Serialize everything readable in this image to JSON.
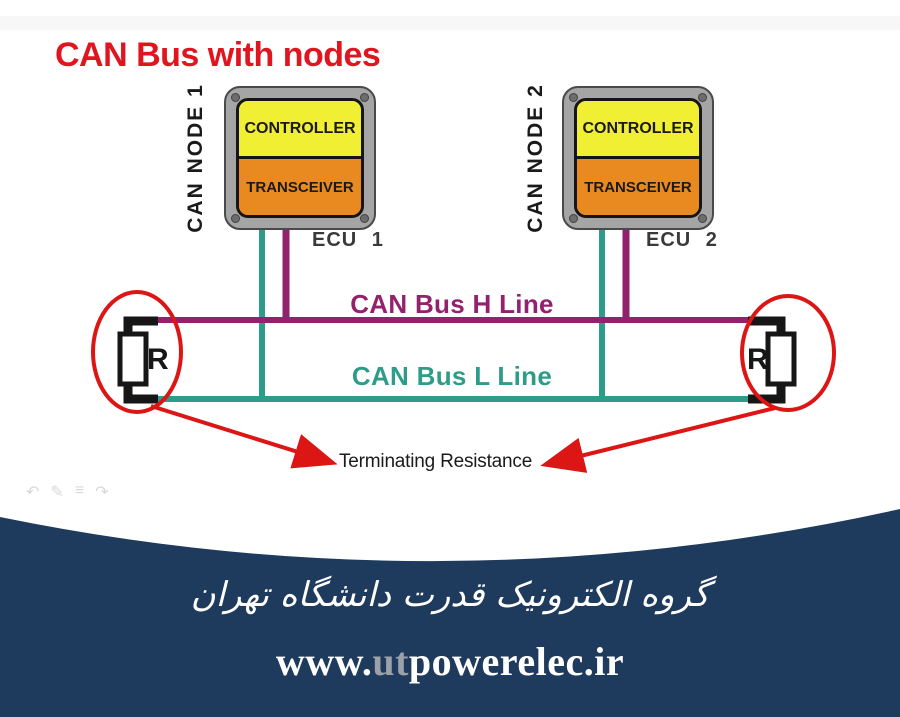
{
  "title": "CAN Bus with nodes",
  "colors": {
    "title_red": "#e01520",
    "bus_h_purple": "#93216e",
    "bus_l_teal": "#2f9c8a",
    "annotation_red": "#dc1515",
    "node_yellow": "#f1ef33",
    "node_orange": "#e98a20",
    "node_gray": "#a5a5a5",
    "wire_black": "#161616",
    "footer_navy": "#1e3a5c",
    "url_ut_gray": "#9aa1a9"
  },
  "nodes": [
    {
      "side_label": "CAN NODE 1",
      "controller_label": "CONTROLLER",
      "transceiver_label": "TRANSCEIVER",
      "ecu_label": "ECU 1"
    },
    {
      "side_label": "CAN NODE 2",
      "controller_label": "CONTROLLER",
      "transceiver_label": "TRANSCEIVER",
      "ecu_label": "ECU 2"
    }
  ],
  "bus": {
    "h_line_label": "CAN Bus H Line",
    "l_line_label": "CAN Bus L Line"
  },
  "terminators": {
    "left_symbol": "R",
    "right_symbol": "R",
    "annotation": "Terminating Resistance"
  },
  "watermark": {
    "icons": [
      {
        "name": "undo-icon",
        "glyph": "↶"
      },
      {
        "name": "pen-icon",
        "glyph": "✎"
      },
      {
        "name": "menu-icon",
        "glyph": "≡"
      },
      {
        "name": "redo-icon",
        "glyph": "↷"
      }
    ]
  },
  "footer": {
    "persian_caption": "گروه الکترونیک قدرت دانشگاه تهران",
    "url_www": "www.",
    "url_ut": "ut",
    "url_rest": "powerelec.ir"
  }
}
